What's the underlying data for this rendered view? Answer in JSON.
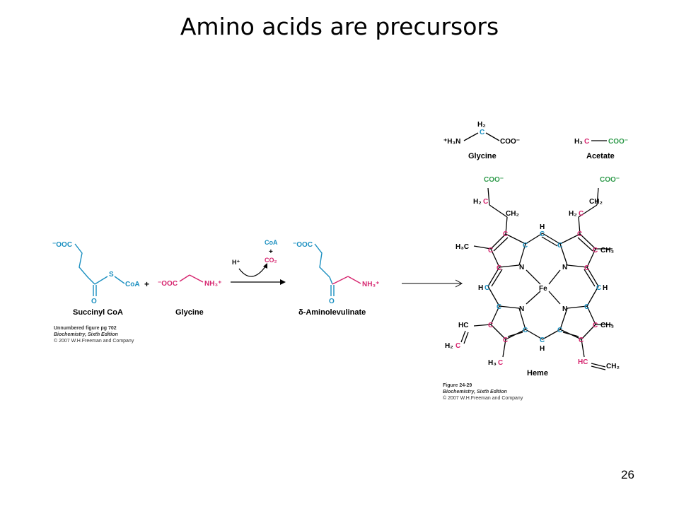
{
  "title": "Amino acids are precursors",
  "page_number": "26",
  "colors": {
    "blue": "#1a8fc0",
    "magenta": "#d6246e",
    "green": "#2e9a4a",
    "black": "#000000"
  },
  "left_figure": {
    "succinyl_coa_label": "Succinyl CoA",
    "glycine_label": "Glycine",
    "aminolevulinate_label": "δ-Aminolevulinate",
    "plus": "+",
    "caption": {
      "line1": "Unnumbered figure pg 702",
      "line2": "Biochemistry, Sixth Edition",
      "line3": "© 2007 W.H.Freeman and Company"
    }
  },
  "right_figure": {
    "glycine_label": "Glycine",
    "acetate_label": "Acetate",
    "heme_label": "Heme",
    "caption": {
      "line1": "Figure 24-29",
      "line2": "Biochemistry, Sixth Edition",
      "line3": "© 2007 W.H.Freeman and Company"
    }
  }
}
